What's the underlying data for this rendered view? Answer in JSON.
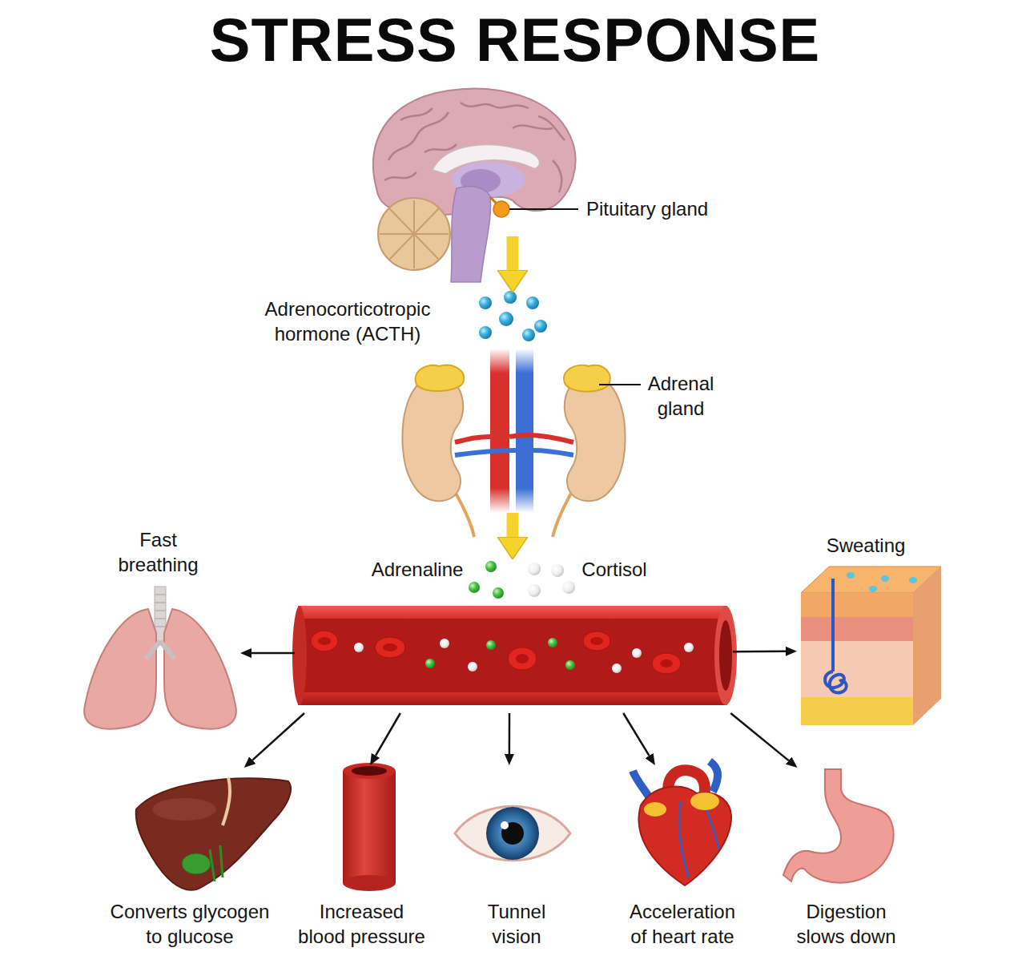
{
  "diagram": {
    "title": "STRESS RESPONSE",
    "nodes": [
      {
        "text": [
          "Pituitary gland"
        ]
      },
      {
        "text": [
          "Adrenal gland"
        ]
      },
      {
        "text": [
          "Fast breathing"
        ]
      },
      {
        "text": [
          "Adrenaline",
          "Cortisol"
        ]
      },
      {
        "text": [
          "Sweating"
        ]
      },
      {
        "text": [
          "Converts glycogen to glucose"
        ]
      },
      {
        "text": [
          "Increased blood pressure"
        ]
      },
      {
        "text": [
          "Tunnel vision"
        ]
      },
      {
        "text": [
          "Acceleration of heart rate"
        ]
      },
      {
        "text": [
          "Digestion slows down"
        ]
      }
    ],
    "edges": [
      {
        "from": 0,
        "to": 1,
        "label": "Adrenocorticotropic hormone (ACTH)",
        "arrow": "to"
      },
      {
        "from": 1,
        "to": 3,
        "arrow": "to"
      },
      {
        "from": 3,
        "to": 2,
        "arrow": "to"
      },
      {
        "from": 3,
        "to": 4,
        "arrow": "to"
      },
      {
        "from": 3,
        "to": 5,
        "arrow": "to"
      },
      {
        "from": 3,
        "to": 6,
        "arrow": "to"
      },
      {
        "from": 3,
        "to": 7,
        "arrow": "to"
      },
      {
        "from": 3,
        "to": 8,
        "arrow": "to"
      },
      {
        "from": 3,
        "to": 9,
        "arrow": "to"
      }
    ]
  }
}
